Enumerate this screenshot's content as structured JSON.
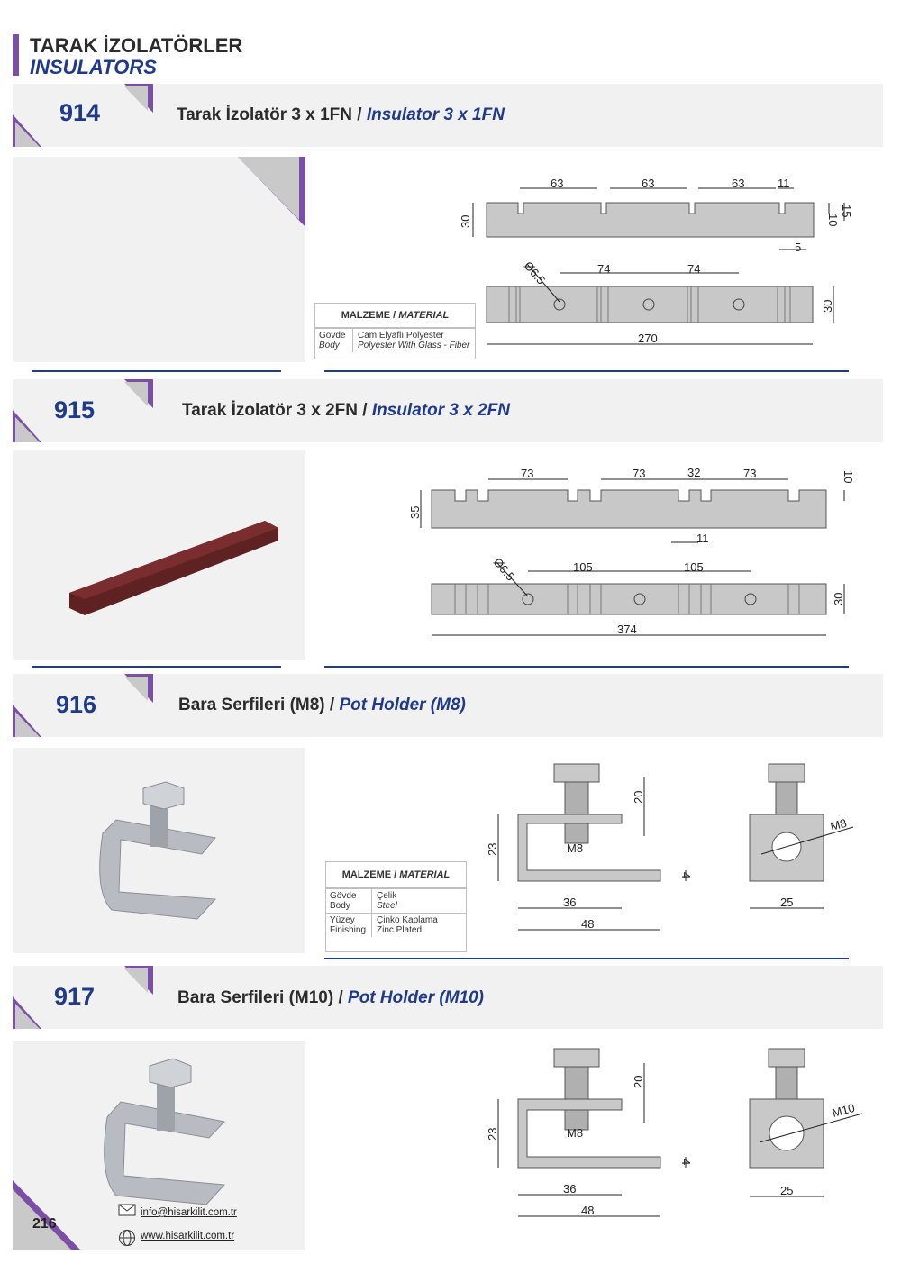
{
  "header": {
    "title_tr": "TARAK İZOLATÖRLER",
    "title_en": "INSULATORS"
  },
  "colors": {
    "accent": "#7b4fa6",
    "brand_blue": "#1f3a8a",
    "panel_gray": "#f1f1f1",
    "part_gray": "#c8c8c8",
    "part_brown": "#5e2223"
  },
  "sections": [
    {
      "code": "914",
      "title_tr": "Tarak İzolatör 3 x ",
      "title_bold": "1FN",
      "sep": " / ",
      "title_en": "Insulator 3 x 1FN",
      "dims": {
        "top": [
          "63",
          "63",
          "63",
          "11"
        ],
        "height": "30",
        "slot_depth": "10",
        "end_height": "15",
        "slot_width": "5",
        "hole": "Ø6.5",
        "pitch": [
          "74",
          "74"
        ],
        "width": "30",
        "length": "270"
      }
    },
    {
      "code": "915",
      "title_tr": "Tarak İzolatör 3 x ",
      "title_bold": "2FN",
      "sep": " / ",
      "title_en": "Insulator 3 x 2FN",
      "dims": {
        "top": [
          "73",
          "73",
          "32",
          "73"
        ],
        "height": "35",
        "slot_depth": "10",
        "slot_width": "11",
        "hole": "Ø6.5",
        "pitch": [
          "105",
          "105"
        ],
        "width": "30",
        "length": "374"
      }
    },
    {
      "code": "916",
      "title_tr": "Bara Serfileri (M8)",
      "title_bold": "",
      "sep": " / ",
      "title_en": "Pot Holder (M8)",
      "dims": {
        "bolt_h": "20",
        "height": "23",
        "thread": "M8",
        "plate": "4",
        "inner": "36",
        "outer": "48",
        "side_thread": "M8",
        "side_w": "25"
      }
    },
    {
      "code": "917",
      "title_tr": "Bara Serfileri (M10)",
      "title_bold": "",
      "sep": " / ",
      "title_en": "Pot Holder (M10)",
      "dims": {
        "bolt_h": "20",
        "height": "23",
        "thread": "M8",
        "plate": "4",
        "inner": "36",
        "outer": "48",
        "side_thread": "M10",
        "side_w": "25"
      }
    }
  ],
  "material_1": {
    "header": "MALZEME / ",
    "header_en": "MATERIAL",
    "rows": [
      {
        "k_tr": "Gövde",
        "k_en": "Body",
        "v_tr": "Cam Elyaflı Polyester",
        "v_en": "Polyester With Glass - Fiber"
      }
    ]
  },
  "material_2": {
    "header": "MALZEME / ",
    "header_en": "MATERIAL",
    "rows": [
      {
        "k_tr": "Gövde",
        "k_en": "Body",
        "v_tr": "Çelik",
        "v_en": "Steel"
      },
      {
        "k_tr": "Yüzey",
        "k_en": "Finishing",
        "v_tr": "Çinko Kaplama",
        "v_en": "Zinc Plated"
      }
    ]
  },
  "footer": {
    "page": "216",
    "email": "info@hisarkilit.com.tr",
    "web": "www.hisarkilit.com.tr"
  }
}
